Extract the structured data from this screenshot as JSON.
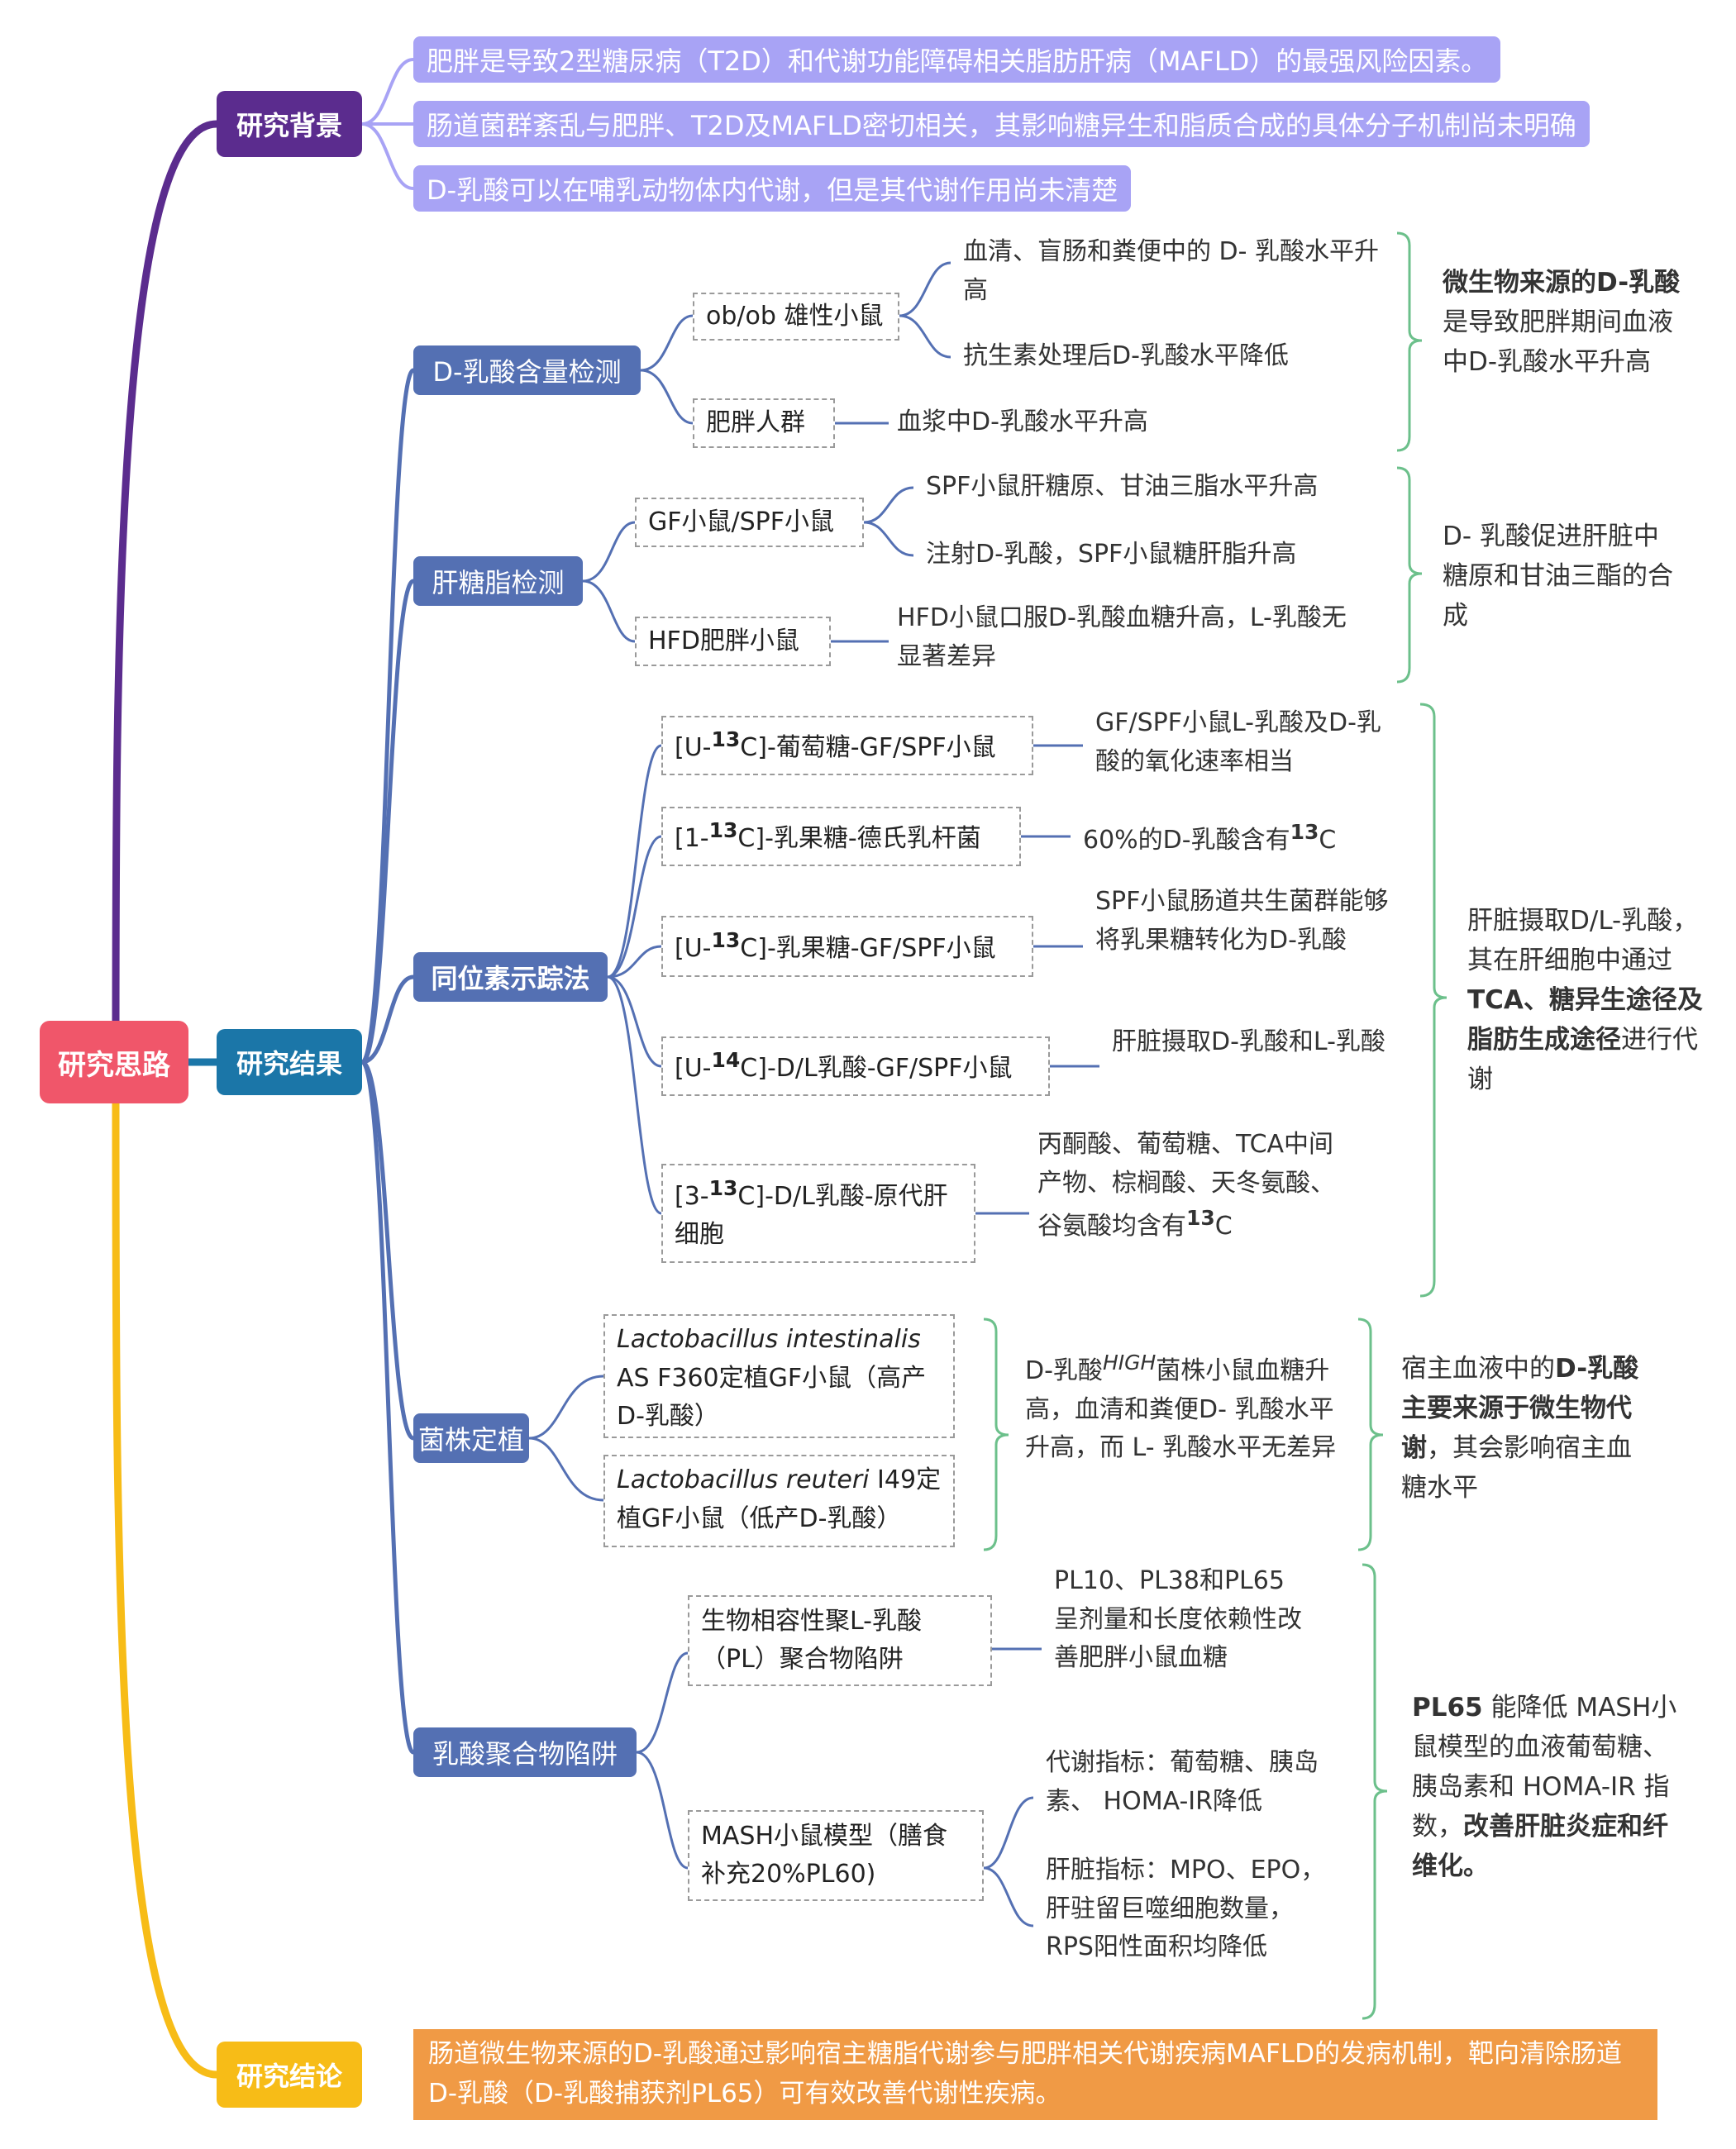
{
  "colors": {
    "root": "#f0566a",
    "background": "#5b2c8e",
    "results": "#1b76a8",
    "conclusion": "#f7bc17",
    "category": "#5470b3",
    "background_bar": "#a8a3f5",
    "conclusion_bar": "#f09a45",
    "brace": "#6cc08b"
  },
  "root": "研究思路",
  "background": {
    "label": "研究背景",
    "items": [
      "肥胖是导致2型糖尿病（T2D）和代谢功能障碍相关脂肪肝病（MAFLD）的最强风险因素。",
      "肠道菌群紊乱与肥胖、T2D及MAFLD密切相关，其影响糖异生和脂质合成的具体分子机制尚未明确",
      "D-乳酸可以在哺乳动物体内代谢，但是其代谢作用尚未清楚"
    ]
  },
  "results": {
    "label": "研究结果",
    "detection": {
      "label": "D-乳酸含量检测",
      "mice": "ob/ob 雄性小鼠",
      "mice_f1": "血清、盲肠和粪便中的 D- 乳酸水平升高",
      "mice_f2": "抗生素处理后D-乳酸水平降低",
      "human": "肥胖人群",
      "human_f1": "血浆中D-乳酸水平升高",
      "conclusion_b1": "微生物来源的D-乳酸",
      "conclusion_t1": "是导致肥胖期间血液中D-乳酸水平升高"
    },
    "liver": {
      "label": "肝糖脂检测",
      "gf": "GF小鼠/SPF小鼠",
      "gf_f1": "SPF小鼠肝糖原、甘油三脂水平升高",
      "gf_f2": "注射D-乳酸，SPF小鼠糖肝脂升高",
      "hfd": "HFD肥胖小鼠",
      "hfd_f1": "HFD小鼠口服D-乳酸血糖升高，L-乳酸无显著差异",
      "conclusion": "D- 乳酸促进肝脏中糖原和甘油三酯的合成"
    },
    "isotope": {
      "label": "同位素示踪法",
      "s1_a": "[U-",
      "s1_sup": "13",
      "s1_b": "C]-葡萄糖-GF/SPF小鼠",
      "s1_f": "GF/SPF小鼠L-乳酸及D-乳酸的氧化速率相当",
      "s2_a": "[1-",
      "s2_sup": "13",
      "s2_b": "C]-乳果糖-德氏乳杆菌",
      "s2_fa": "60%的D-乳酸含有",
      "s2_fsup": "13",
      "s2_fb": "C",
      "s3_a": "[U-",
      "s3_sup": "13",
      "s3_b": "C]-乳果糖-GF/SPF小鼠",
      "s3_f": "SPF小鼠肠道共生菌群能够将乳果糖转化为D-乳酸",
      "s4_a": "[U-",
      "s4_sup": "14",
      "s4_b": "C]-D/L乳酸-GF/SPF小鼠",
      "s4_f": "肝脏摄取D-乳酸和L-乳酸",
      "s5_a": "[3-",
      "s5_sup": "13",
      "s5_b": "C]-D/L乳酸-原代肝细胞",
      "s5_fa": "丙酮酸、葡萄糖、TCA中间产物、棕榈酸、天冬氨酸、谷氨酸均含有",
      "s5_fsup": "13",
      "s5_fb": "C",
      "conclusion_t1": "肝脏摄取D/L-乳酸，其在肝细胞中通过",
      "conclusion_b1": "TCA、糖异生途径及脂肪生成途径",
      "conclusion_t2": "进行代谢"
    },
    "strain": {
      "label": "菌株定植",
      "s1_it": "Lactobacillus intestinalis",
      "s1_t": " AS F360定植GF小鼠（高产D-乳酸）",
      "s2_it": "Lactobacillus reuteri",
      "s2_t": " I49定植GF小鼠（低产D-乳酸）",
      "finding_a": "D-乳酸",
      "finding_sup": "HIGH",
      "finding_b": "菌株小鼠血糖升高，血清和粪便D- 乳酸水平升高，而 L- 乳酸水平无差异",
      "conclusion_t1": "宿主血液中的",
      "conclusion_b1": "D-乳酸主要来源于微生物代谢",
      "conclusion_t2": "，其会影响宿主血糖水平"
    },
    "polymer": {
      "label": "乳酸聚合物陷阱",
      "s1": "生物相容性聚L-乳酸（PL）聚合物陷阱",
      "s1_f": "PL10、PL38和PL65呈剂量和长度依赖性改善肥胖小鼠血糖",
      "s2": "MASH小鼠模型（膳食补充20%PL60)",
      "s2_f1": "代谢指标：葡萄糖、胰岛素、 HOMA-IR降低",
      "s2_f2": "肝脏指标：MPO、EPO，肝驻留巨噬细胞数量，RPS阳性面积均降低",
      "conclusion_b1": "PL65",
      "conclusion_t1": " 能降低 MASH小鼠模型的血液葡萄糖、胰岛素和 HOMA-IR 指数，",
      "conclusion_b2": "改善肝脏炎症和纤维化。"
    }
  },
  "conclusion": {
    "label": "研究结论",
    "text": "肠道微生物来源的D-乳酸通过影响宿主糖脂代谢参与肥胖相关代谢疾病MAFLD的发病机制，靶向清除肠道D-乳酸（D-乳酸捕获剂PL65）可有效改善代谢性疾病。"
  }
}
